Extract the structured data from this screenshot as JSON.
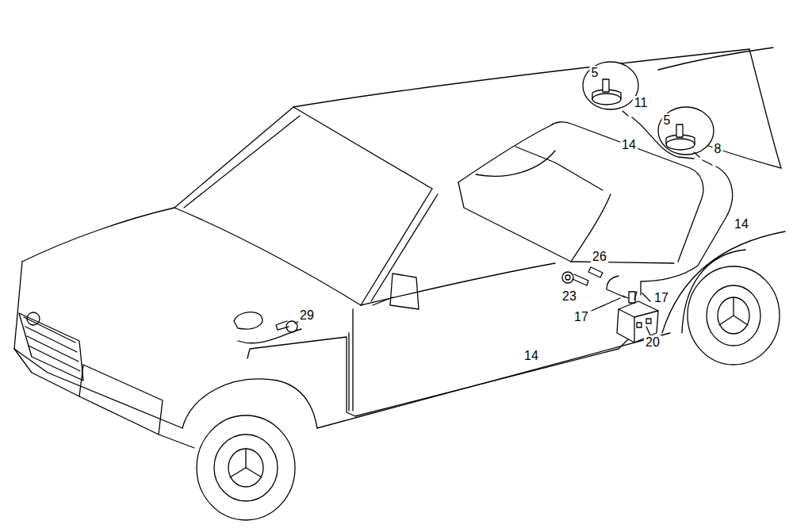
{
  "diagram": {
    "labels": [
      "5",
      "11",
      "5",
      "8",
      "14",
      "14",
      "26",
      "23",
      "17",
      "17",
      "29",
      "20",
      "14"
    ]
  }
}
